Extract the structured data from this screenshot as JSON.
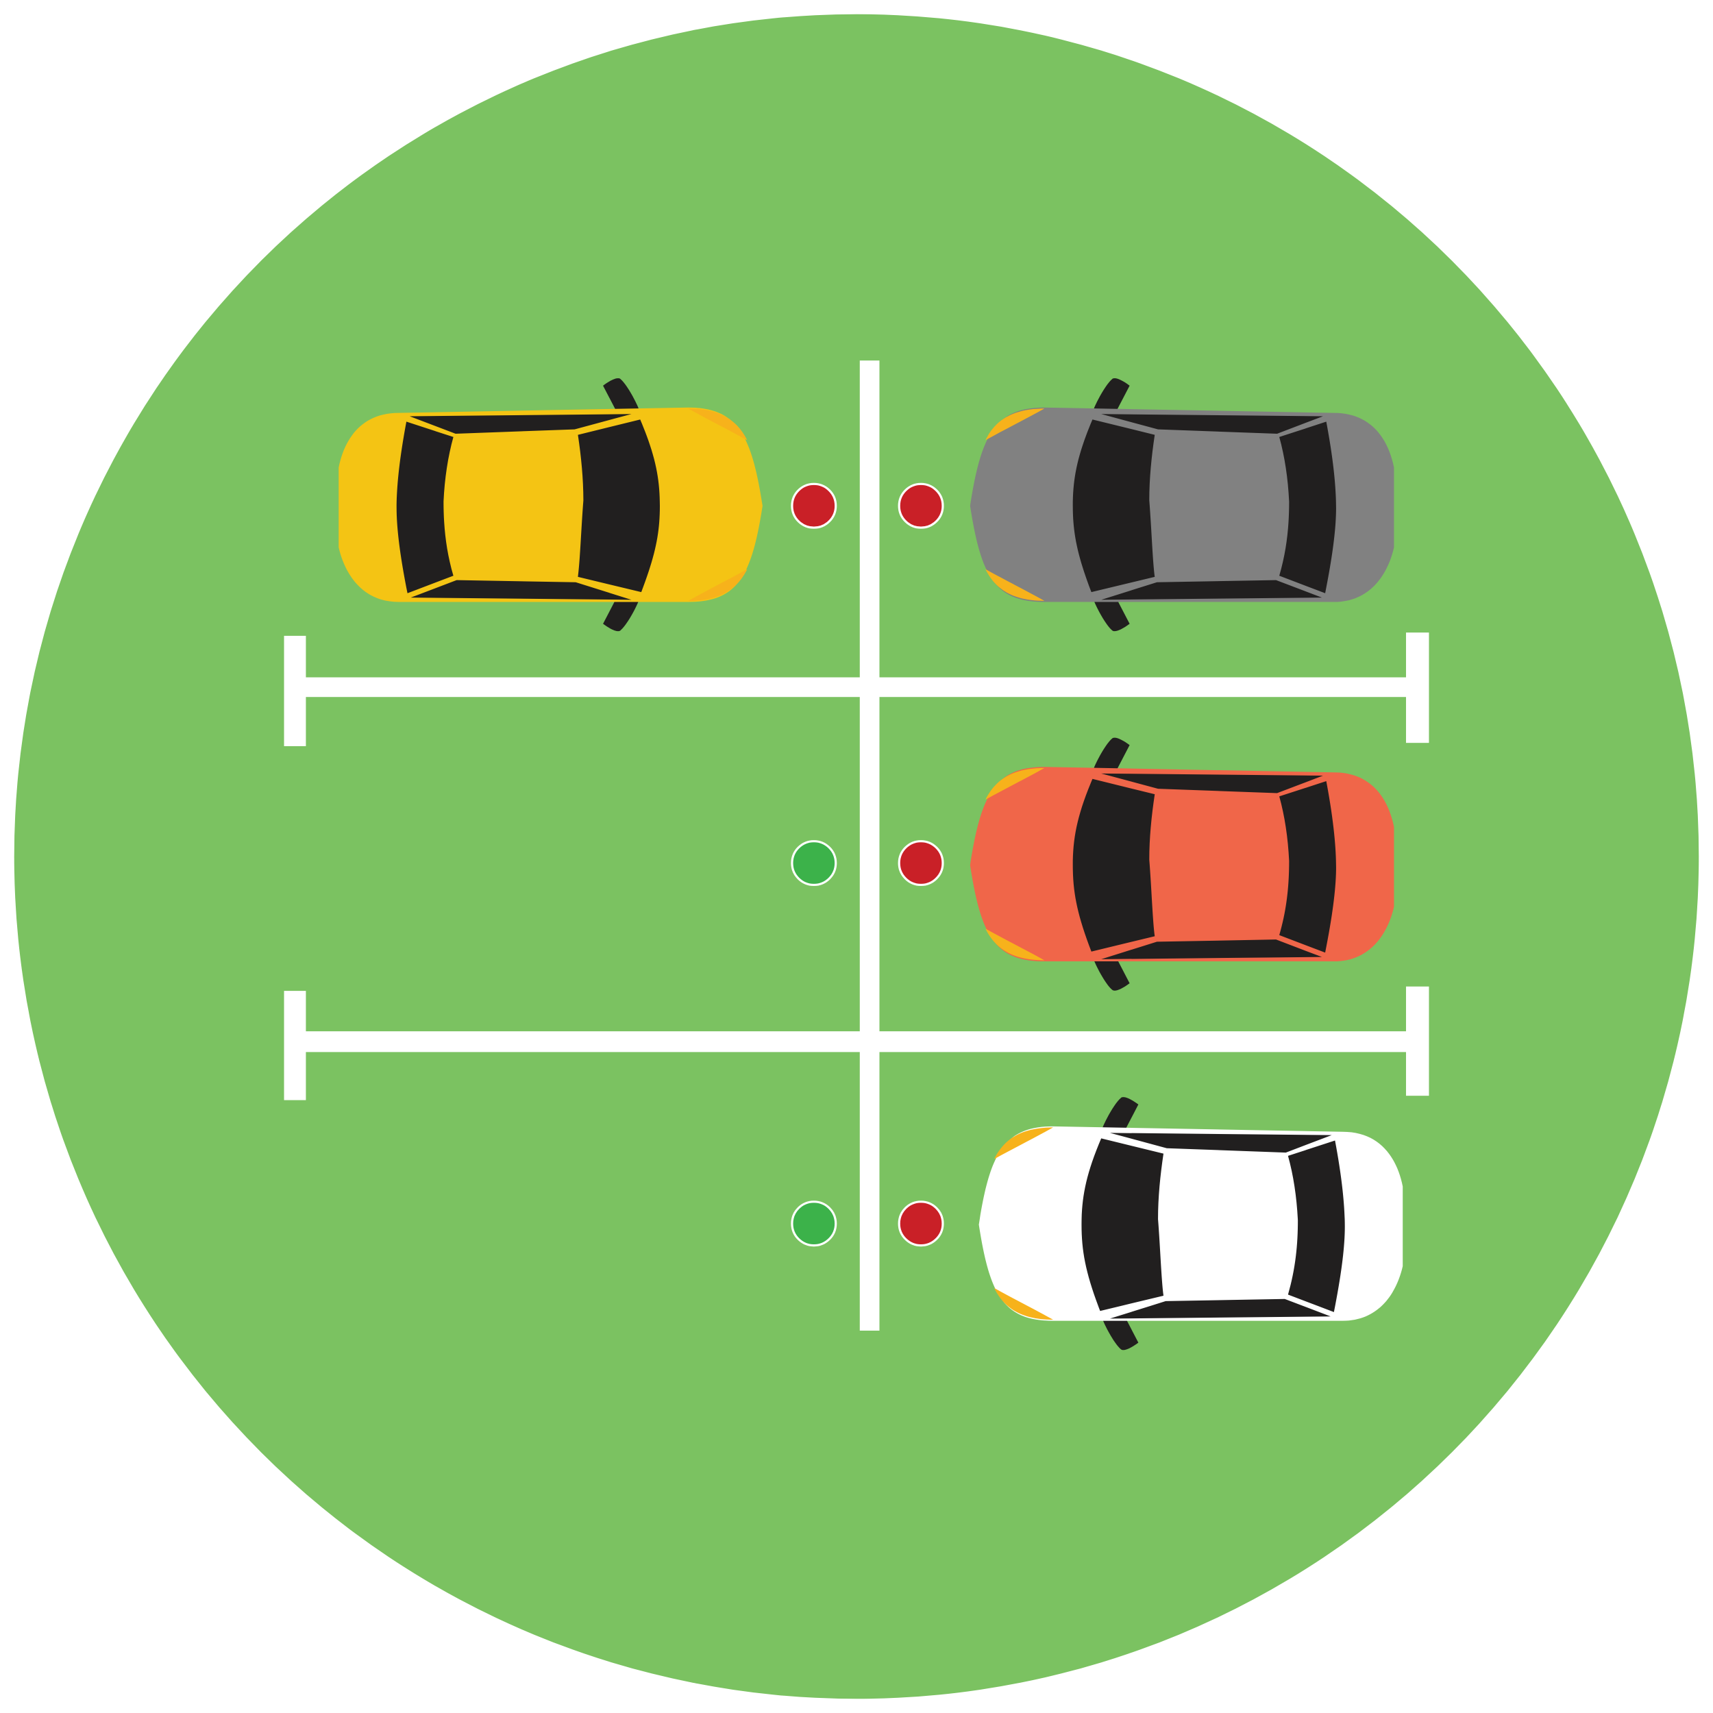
{
  "colors": {
    "background": "#ffffff",
    "lot": "#7bc261",
    "markings": "#ffffff",
    "occupied_indicator": "#c92027",
    "free_indicator": "#3cb24a",
    "glass": "#211f1f",
    "headlight": "#f7b21b"
  },
  "cars": [
    {
      "color": "#f4c414",
      "facing": "right",
      "spot": "top-left"
    },
    {
      "color": "#818181",
      "facing": "left",
      "spot": "top-right"
    },
    {
      "color": "#f06649",
      "facing": "left",
      "spot": "middle-right"
    },
    {
      "color": "#ffffff",
      "facing": "left",
      "spot": "bottom-right"
    }
  ],
  "indicators": [
    {
      "spot": "top-left",
      "status": "occupied"
    },
    {
      "spot": "top-right",
      "status": "occupied"
    },
    {
      "spot": "middle-left",
      "status": "free"
    },
    {
      "spot": "middle-right",
      "status": "occupied"
    },
    {
      "spot": "bottom-left",
      "status": "free"
    },
    {
      "spot": "bottom-right",
      "status": "occupied"
    }
  ]
}
